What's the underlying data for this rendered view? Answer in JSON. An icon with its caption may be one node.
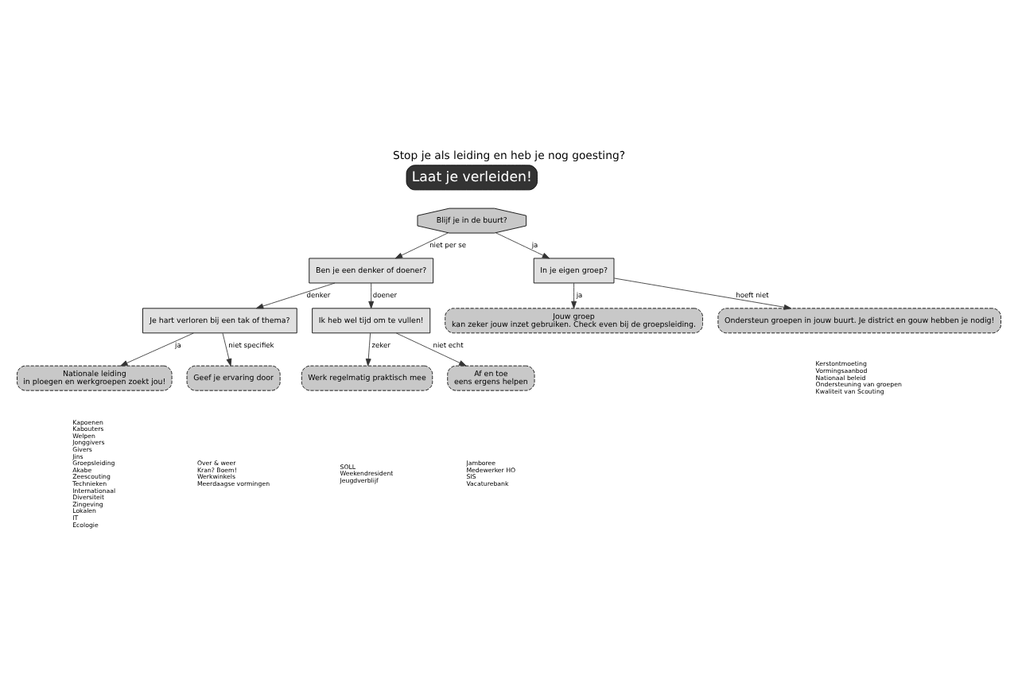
{
  "diagram": {
    "title": "Stop je als leiding en heb je nog goesting?",
    "nodes": [
      {
        "text": [
          "Laat je verleiden!"
        ]
      },
      {
        "text": [
          "Blijf je in de buurt?"
        ]
      },
      {
        "text": [
          "Ben je een denker of doener?"
        ]
      },
      {
        "text": [
          "In je eigen groep?"
        ]
      },
      {
        "text": [
          "Je hart verloren bij een tak of thema?"
        ]
      },
      {
        "text": [
          "Ik heb wel tijd om te vullen!"
        ]
      },
      {
        "text": [
          "Jouw groep",
          "kan zeker jouw inzet gebruiken. Check even bij de groepsleiding."
        ]
      },
      {
        "text": [
          "Ondersteun groepen in jouw buurt. Je district en gouw hebben je nodig!"
        ],
        "beside": [
          "Kerstontmoeting",
          "Vormingsaanbod",
          "Nationaal beleid",
          "Ondersteuning van groepen",
          "Kwaliteit van Scouting"
        ]
      },
      {
        "text": [
          "Nationale leiding",
          "in ploegen en werkgroepen zoekt jou!"
        ],
        "beside": [
          "Kapoenen",
          "Kabouters",
          "Welpen",
          "Jonggivers",
          "Givers",
          "Jins",
          "Groepsleiding",
          "Akabe",
          "Zeescouting",
          "Technieken",
          "Internationaal",
          "Diversiteit",
          "Zingeving",
          "Lokalen",
          "IT",
          "Ecologie"
        ]
      },
      {
        "text": [
          "Geef je ervaring door"
        ],
        "beside": [
          "Over & weer",
          "Kran? Boem!",
          "Werkwinkels",
          "Meerdaagse vormingen"
        ]
      },
      {
        "text": [
          "Werk regelmatig praktisch mee"
        ],
        "beside": [
          "SOLL",
          "Weekendresident",
          "Jeugdverblijf"
        ]
      },
      {
        "text": [
          "Af en toe",
          "eens ergens helpen"
        ],
        "beside": [
          "Jamboree",
          "Medewerker HO",
          "SIS",
          "Vacaturebank"
        ]
      }
    ],
    "edges": [
      {
        "from": 1,
        "to": 2,
        "arrow": "to",
        "label": "niet per se"
      },
      {
        "from": 1,
        "to": 3,
        "arrow": "to",
        "label": "ja"
      },
      {
        "from": 2,
        "to": 4,
        "arrow": "to",
        "label": "denker"
      },
      {
        "from": 2,
        "to": 5,
        "arrow": "to",
        "label": "doener"
      },
      {
        "from": 3,
        "to": 6,
        "arrow": "to",
        "label": "ja"
      },
      {
        "from": 3,
        "to": 7,
        "arrow": "to",
        "label": "hoeft niet"
      },
      {
        "from": 4,
        "to": 8,
        "arrow": "to",
        "label": "ja"
      },
      {
        "from": 4,
        "to": 9,
        "arrow": "to",
        "label": "niet specifiek"
      },
      {
        "from": 5,
        "to": 10,
        "arrow": "to",
        "label": "zeker"
      },
      {
        "from": 5,
        "to": 11,
        "arrow": "to",
        "label": "niet echt"
      }
    ]
  }
}
